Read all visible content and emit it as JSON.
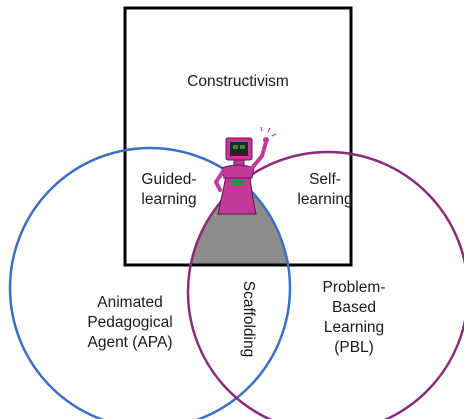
{
  "diagram": {
    "box_label": "Constructivism",
    "left_circle_label": [
      "Animated",
      "Pedagogical",
      "Agent (APA)"
    ],
    "right_circle_label": [
      "Problem-",
      "Based",
      "Learning",
      "(PBL)"
    ],
    "overlap_box_left_label": [
      "Guided-",
      "learning"
    ],
    "overlap_box_right_label": [
      "Self-",
      "learning"
    ],
    "overlap_circles_label": "Scaffolding",
    "mascot_icon": "robot-agent-icon",
    "colors": {
      "box_stroke": "#000000",
      "left_circle": "#3b6fc4",
      "right_circle": "#8a2a7a",
      "triple_overlap_fill": "#8c8c8c",
      "mascot_body": "#c2399a",
      "mascot_screen": "#2f8f3a"
    }
  }
}
